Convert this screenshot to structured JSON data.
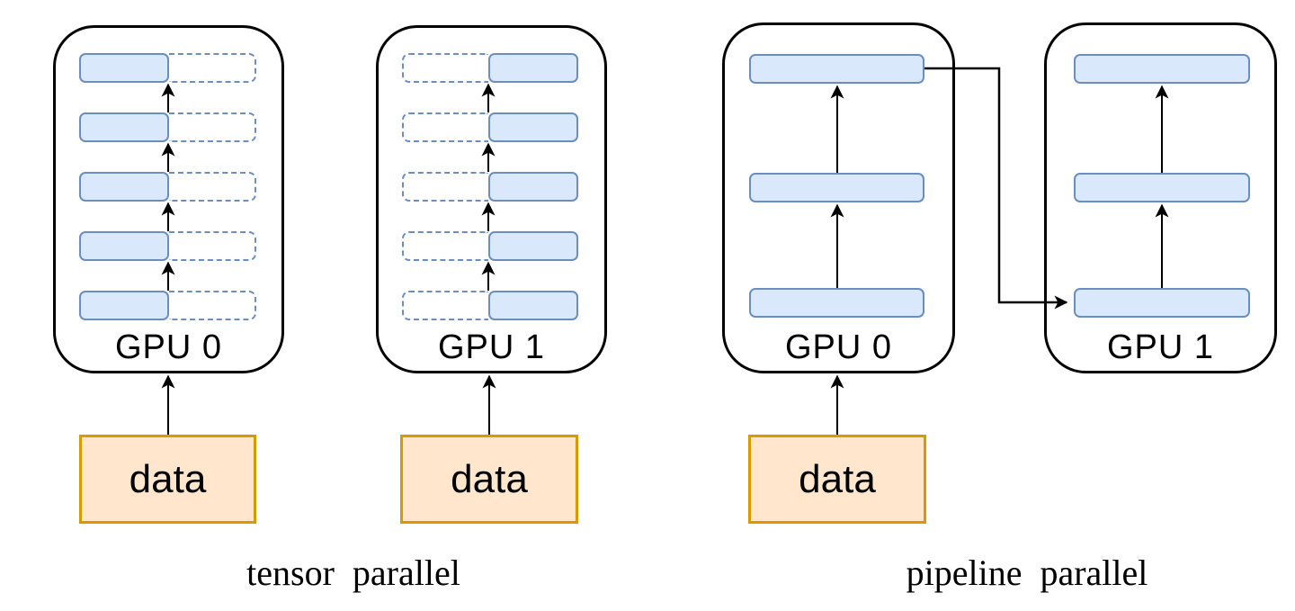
{
  "figure": {
    "type": "diagram",
    "topic": "model parallelism across two GPUs"
  },
  "diagrams": [
    {
      "name": "tensor-parallel",
      "caption": "tensor parallel",
      "gpus": [
        {
          "label": "GPU 0",
          "layers": 5,
          "resident_half": "left",
          "ghost_half": "right"
        },
        {
          "label": "GPU 1",
          "layers": 5,
          "resident_half": "right",
          "ghost_half": "left"
        }
      ],
      "data_boxes": [
        {
          "label": "data"
        },
        {
          "label": "data"
        }
      ]
    },
    {
      "name": "pipeline-parallel",
      "caption": "pipeline parallel",
      "gpus": [
        {
          "label": "GPU 0",
          "layers": 3
        },
        {
          "label": "GPU 1",
          "layers": 3
        }
      ],
      "data_boxes": [
        {
          "label": "data"
        }
      ],
      "connector": "output of GPU 0 top layer feeds into GPU 1 bottom layer"
    }
  ],
  "colors": {
    "layer_fill": "#dae8fc",
    "layer_stroke": "#6c8ebf",
    "data_fill": "#ffe6cc",
    "data_stroke": "#d79b00",
    "outline": "#000000",
    "arrow": "#000000",
    "text": "#000000",
    "background": "#ffffff"
  }
}
